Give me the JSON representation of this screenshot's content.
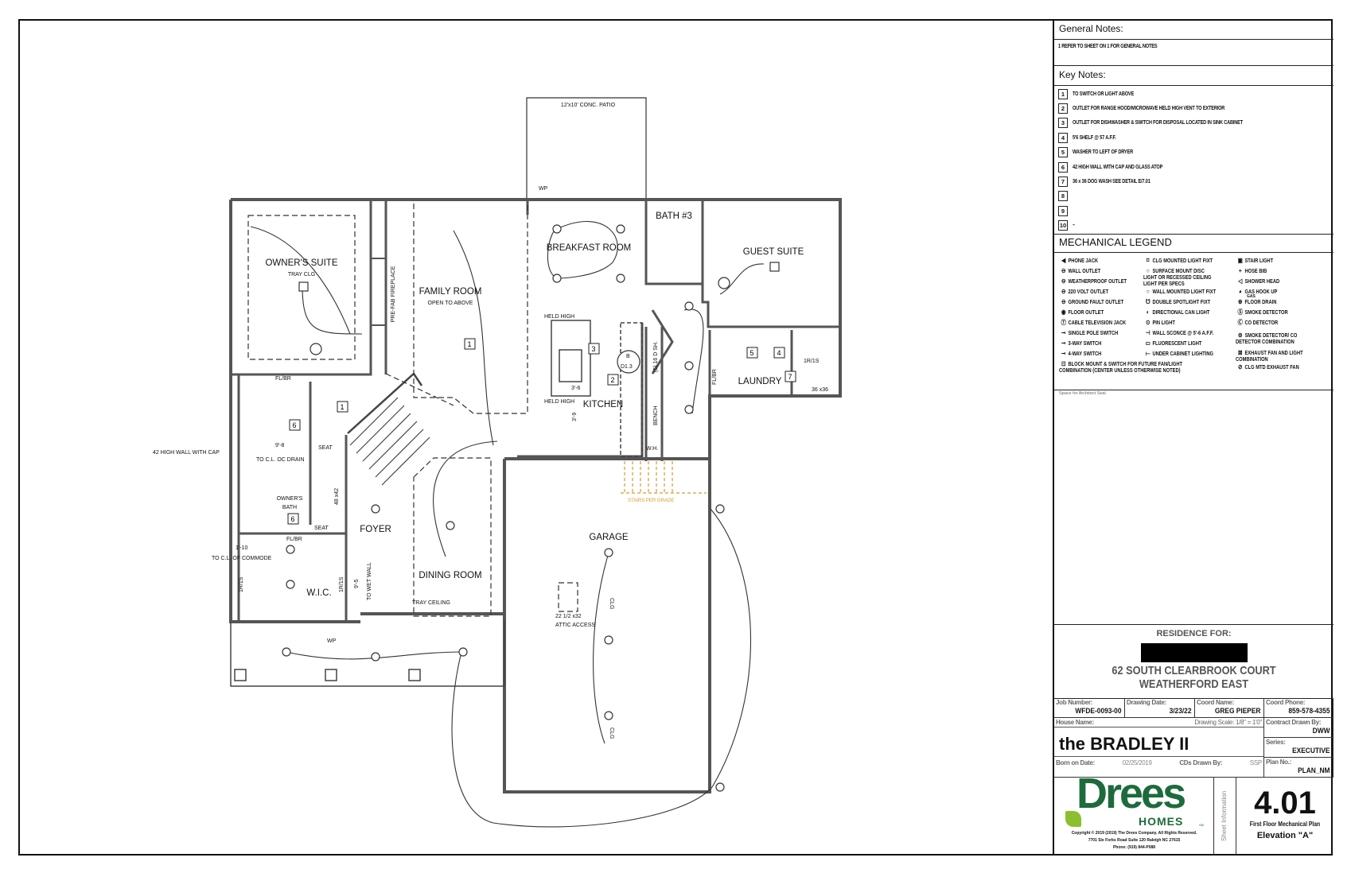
{
  "general_notes": {
    "title": "General Notes:",
    "items": [
      "1 REFER TO SHEET ON 1 FOR GENERAL NOTES"
    ]
  },
  "key_notes": {
    "title": "Key Notes:",
    "items": [
      {
        "num": "1",
        "text": "TO SWITCH OR LIGHT ABOVE"
      },
      {
        "num": "2",
        "text": "OUTLET FOR RANGE HOOD/MICROWAVE HELD HIGH  VENT TO EXTERIOR"
      },
      {
        "num": "3",
        "text": "OUTLET FOR DISHWASHER & SWITCH FOR DISPOSAL LOCATED IN SINK CABINET"
      },
      {
        "num": "4",
        "text": "5'6 SHELF @ 57  A.F.F."
      },
      {
        "num": "5",
        "text": "WASHER TO LEFT OF DRYER"
      },
      {
        "num": "6",
        "text": "42 HIGH WALL WITH CAP AND GLASS ATOP"
      },
      {
        "num": "7",
        "text": "36 x 36 DOG WASH SEE DETAIL E/7.01"
      },
      {
        "num": "8",
        "text": ""
      },
      {
        "num": "9",
        "text": ""
      },
      {
        "num": "10",
        "text": "–"
      }
    ]
  },
  "legend": {
    "title": "MECHANICAL LEGEND",
    "columns": [
      [
        {
          "icon": "phone-jack-icon",
          "glyph": "◀",
          "text": "PHONE JACK"
        },
        {
          "icon": "wall-outlet-icon",
          "glyph": "⊖",
          "text": "WALL OUTLET"
        },
        {
          "icon": "weatherproof-outlet-icon",
          "glyph": "⊖",
          "text": "WEATHERPROOF OUTLET"
        },
        {
          "icon": "220-volt-outlet-icon",
          "glyph": "⊖",
          "text": "220 VOLT OUTLET"
        },
        {
          "icon": "ground-fault-outlet-icon",
          "glyph": "⊖",
          "text": "GROUND FAULT OUTLET"
        },
        {
          "icon": "floor-outlet-icon",
          "glyph": "◉",
          "text": "FLOOR OUTLET"
        },
        {
          "icon": "cable-tv-jack-icon",
          "glyph": "Ⓣ",
          "text": "CABLE TELEVISION JACK"
        },
        {
          "icon": "single-pole-switch-icon",
          "glyph": "⊸",
          "text": "SINGLE POLE SWITCH"
        },
        {
          "icon": "3-way-switch-icon",
          "glyph": "⊸",
          "text": "3-WAY SWITCH"
        },
        {
          "icon": "4-way-switch-icon",
          "glyph": "⊸",
          "text": "4-WAY SWITCH"
        },
        {
          "icon": "block-mount-icon",
          "glyph": "⊡",
          "text": "BLOCK MOUNT & SWITCH FOR FUTURE FAN/LIGHT COMBINATION (CENTER UNLESS OTHERWISE NOTED)"
        }
      ],
      [
        {
          "icon": "clg-mounted-light-icon",
          "glyph": "⌑",
          "text": "CLG MOUNTED LIGHT FIXT"
        },
        {
          "icon": "surface-mount-disc-light-icon",
          "glyph": "○",
          "text": "SURFACE MOUNT DISC LIGHT OR RECESSED CEILING LIGHT PER SPECS"
        },
        {
          "icon": "wall-mounted-light-icon",
          "glyph": "○",
          "text": "WALL MOUNTED LIGHT FIXT"
        },
        {
          "icon": "double-spotlight-icon",
          "glyph": "☋",
          "text": "DOUBLE SPOTLIGHT FIXT"
        },
        {
          "icon": "directional-can-light-icon",
          "glyph": "◐",
          "text": "DIRECTIONAL CAN LIGHT"
        },
        {
          "icon": "pin-light-icon",
          "glyph": "⊙",
          "text": "PIN LIGHT"
        },
        {
          "icon": "wall-sconce-icon",
          "glyph": "⊣",
          "text": "WALL SCONCE @ 5'-6  A.F.F."
        },
        {
          "icon": "fluorescent-light-icon",
          "glyph": "▭",
          "text": "FLUORESCENT LIGHT"
        },
        {
          "icon": "under-cabinet-lighting-icon",
          "glyph": "⟝",
          "text": "UNDER CABINET LIGHTING"
        }
      ],
      [
        {
          "icon": "stair-light-icon",
          "glyph": "▣",
          "text": "STAIR LIGHT"
        },
        {
          "icon": "hose-bib-icon",
          "glyph": "+",
          "text": "HOSE BIB"
        },
        {
          "icon": "shower-head-icon",
          "glyph": "◁",
          "text": "SHOWER HEAD"
        },
        {
          "icon": "gas-hook-up-icon",
          "glyph": "◕",
          "text": "GAS HOOK UP"
        },
        {
          "icon": "floor-drain-icon",
          "glyph": "⊕",
          "text": "FLOOR DRAIN"
        },
        {
          "icon": "smoke-detector-icon",
          "glyph": "Ⓢ",
          "text": "SMOKE DETECTOR"
        },
        {
          "icon": "co-detector-icon",
          "glyph": "Ⓒ",
          "text": "CO DETECTOR"
        },
        {
          "icon": "smoke-co-combination-icon",
          "glyph": "⊜",
          "text": "SMOKE DETECTOR/ CO DETECTOR COMBINATION"
        },
        {
          "icon": "exhaust-fan-light-icon",
          "glyph": "⊠",
          "text": "EXHAUST FAN AND LIGHT COMBINATION"
        },
        {
          "icon": "clg-exhaust-fan-icon",
          "glyph": "⊘",
          "text": "CLG MTD EXHAUST FAN"
        }
      ]
    ],
    "gas_sub": "GAS"
  },
  "seal": {
    "label": "Space for Architect Seal"
  },
  "residence": {
    "title": "RESIDENCE FOR:",
    "address1": "62 SOUTH CLEARBROOK COURT",
    "address2": "WEATHERFORD EAST"
  },
  "info": {
    "job_number_label": "Job Number:",
    "job_number": "WFDE-0093-00",
    "drawing_date_label": "Drawing Date:",
    "drawing_date": "3/23/22",
    "coord_name_label": "Coord Name:",
    "coord_name": "GREG PIEPER",
    "coord_phone_label": "Coord Phone:",
    "coord_phone": "859-578-4355",
    "house_name_label": "House Name:",
    "drawing_scale": "Drawing Scale: 1/8\" = 1'0\"",
    "house_name": "the BRADLEY II",
    "contract_drawn_label": "Contract Drawn By:",
    "contract_drawn": "DWW",
    "series_label": "Series:",
    "series": "EXECUTIVE",
    "plan_no_label": "Plan No.:",
    "plan_no": "PLAN_NM",
    "born_on_label": "Born on Date:",
    "born_on": "02/25/2019",
    "cds_drawn_label": "CDs Drawn By:",
    "cds_drawn": "SSP"
  },
  "logo": {
    "name": "Drees",
    "sub": "HOMES",
    "sm": "SM",
    "copyright": "Copyright © 2019 (2019) The Drees Company. All Rights Reserved.",
    "address": "7701 Six Forks Road Suite 120 Raleigh NC 27615",
    "phone": "Phone: (919) 844-P088",
    "brand_color": "#1d6b3c",
    "accent_color": "#8cbf2e"
  },
  "sheet": {
    "side_label": "Sheet Information",
    "number": "4.01",
    "title": "First Floor Mechanical Plan",
    "elevation": "Elevation \"A\""
  },
  "plan": {
    "rooms": {
      "owners_suite": "OWNER'S SUITE",
      "tray_clg": "TRAY CLG",
      "family_room": "FAMILY ROOM",
      "open_to_above": "OPEN TO ABOVE",
      "breakfast_room": "BREAKFAST ROOM",
      "bath3": "BATH #3",
      "guest_suite": "GUEST SUITE",
      "kitchen": "KITCHEN",
      "laundry": "LAUNDRY",
      "foyer": "FOYER",
      "dining_room": "DINING ROOM",
      "garage": "GARAGE",
      "wic": "W.I.C.",
      "owners_bath_1": "OWNER'S",
      "owners_bath_2": "BATH",
      "patio": "12'x10' CONC. PATIO",
      "fireplace": "PRE-FAB FIREPLACE"
    },
    "notes": {
      "high_wall": "42 HIGH WALL WITH CAP",
      "oc_drain": "TO C.L. OC DRAIN",
      "commode": "TO C.L. OF COMMODE",
      "dim_98": "9'-8",
      "dim_110": "1'-10",
      "dim_95": "9'-5",
      "wet_wall": "TO WET WALL",
      "tray_ceiling": "TRAY CEILING",
      "seat1": "SEAT",
      "seat2": "SEAT",
      "shower": "48 x42",
      "flbr1": "FL/BR",
      "flbr2": "FL/BR",
      "wp1": "WP",
      "wp2": "WP",
      "held_high1": "HELD HIGH",
      "held_high2": "HELD HIGH",
      "dim_36": "3'-6",
      "dim_39": "3'-9",
      "range": "B",
      "range2": "D1.3",
      "shelf": "(5) 16 D SH.",
      "bench": "BENCH",
      "wh": "W.H.",
      "dogwash": "36 x36",
      "rs1": "1R/1S",
      "rs2": "1R/1S",
      "rs3": "1R/1S",
      "stairs": "STAIRS PER GRADE",
      "attic": "22 1/2 x32",
      "attic2": "ATTIC ACCESS",
      "clg1": "CLG",
      "clg2": "CLG",
      "flbr3": "FL/BR"
    },
    "markers": [
      "1",
      "1",
      "6",
      "6",
      "3",
      "2",
      "5",
      "4",
      "7"
    ]
  }
}
